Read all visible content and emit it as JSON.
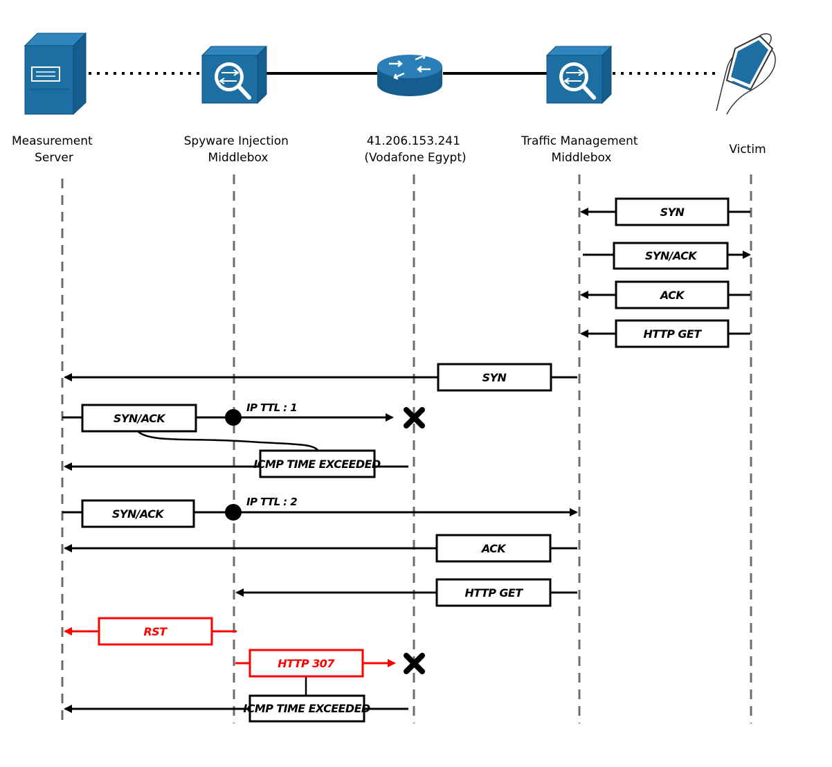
{
  "colors": {
    "device_blue": "#1d6fa3",
    "device_edge": "#0f4f7a",
    "router_blue": "#2a7fb8",
    "line": "#000000",
    "lifeline": "#6b6b6b",
    "highlight": "#ff0000"
  },
  "nodes": [
    {
      "id": "measurement-server",
      "icon": "server-icon",
      "label_lines": [
        "Measurement",
        "Server"
      ]
    },
    {
      "id": "spyware-middlebox",
      "icon": "middlebox-icon",
      "label_lines": [
        "Spyware Injection",
        "Middlebox"
      ]
    },
    {
      "id": "router",
      "icon": "router-icon",
      "label_lines": [
        "41.206.153.241",
        "(Vodafone Egypt)"
      ]
    },
    {
      "id": "traffic-middlebox",
      "icon": "middlebox-icon",
      "label_lines": [
        "Traffic Management",
        "Middlebox"
      ]
    },
    {
      "id": "victim",
      "icon": "handheld-phone-icon",
      "label_lines": [
        "Victim"
      ]
    }
  ],
  "links": [
    {
      "from": "measurement-server",
      "to": "spyware-middlebox",
      "style": "dotted"
    },
    {
      "from": "spyware-middlebox",
      "to": "router",
      "style": "solid"
    },
    {
      "from": "router",
      "to": "traffic-middlebox",
      "style": "solid"
    },
    {
      "from": "traffic-middlebox",
      "to": "victim",
      "style": "dotted"
    }
  ],
  "messages": [
    {
      "label": "SYN",
      "from": "victim",
      "to": "traffic-middlebox",
      "color": "black"
    },
    {
      "label": "SYN/ACK",
      "from": "traffic-middlebox",
      "to": "victim",
      "color": "black"
    },
    {
      "label": "ACK",
      "from": "victim",
      "to": "traffic-middlebox",
      "color": "black"
    },
    {
      "label": "HTTP GET",
      "from": "victim",
      "to": "traffic-middlebox",
      "color": "black"
    },
    {
      "label": "SYN",
      "from": "traffic-middlebox",
      "to": "measurement-server",
      "color": "black"
    },
    {
      "label": "SYN/ACK",
      "from": "measurement-server",
      "to": "router",
      "color": "black",
      "dropped": true,
      "annotation": "IP TTL : 1"
    },
    {
      "label": "ICMP TIME EXCEEDED",
      "from": "router",
      "to": "measurement-server",
      "color": "black"
    },
    {
      "label": "SYN/ACK",
      "from": "measurement-server",
      "to": "traffic-middlebox",
      "color": "black",
      "annotation": "IP TTL : 2"
    },
    {
      "label": "ACK",
      "from": "traffic-middlebox",
      "to": "measurement-server",
      "color": "black"
    },
    {
      "label": "HTTP GET",
      "from": "traffic-middlebox",
      "to": "spyware-middlebox",
      "color": "black"
    },
    {
      "label": "RST",
      "from": "spyware-middlebox",
      "to": "measurement-server",
      "color": "red"
    },
    {
      "label": "HTTP 307",
      "from": "spyware-middlebox",
      "to": "router",
      "color": "red",
      "dropped": true
    },
    {
      "label": "ICMP TIME EXCEEDED",
      "from": "router",
      "to": "measurement-server",
      "color": "black"
    }
  ]
}
